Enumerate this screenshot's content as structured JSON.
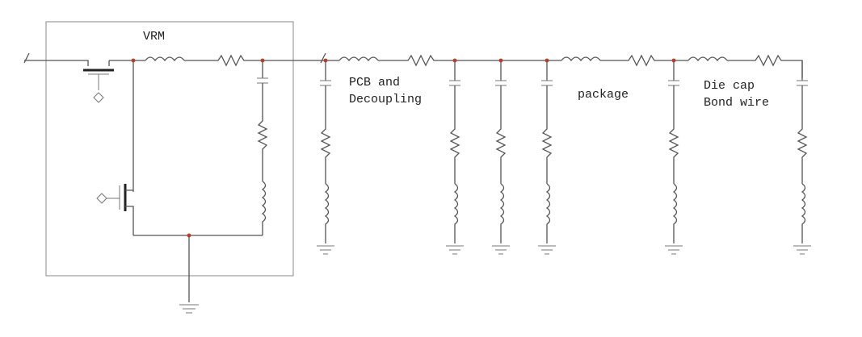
{
  "labels": {
    "vrm": "VRM",
    "pcb_line1": "PCB and",
    "pcb_line2": "Decoupling",
    "package": "package",
    "die_line1": "Die cap",
    "die_line2": "Bond wire"
  },
  "colors": {
    "wire": "#555555",
    "node": "#c0392b",
    "box": "#888888"
  }
}
